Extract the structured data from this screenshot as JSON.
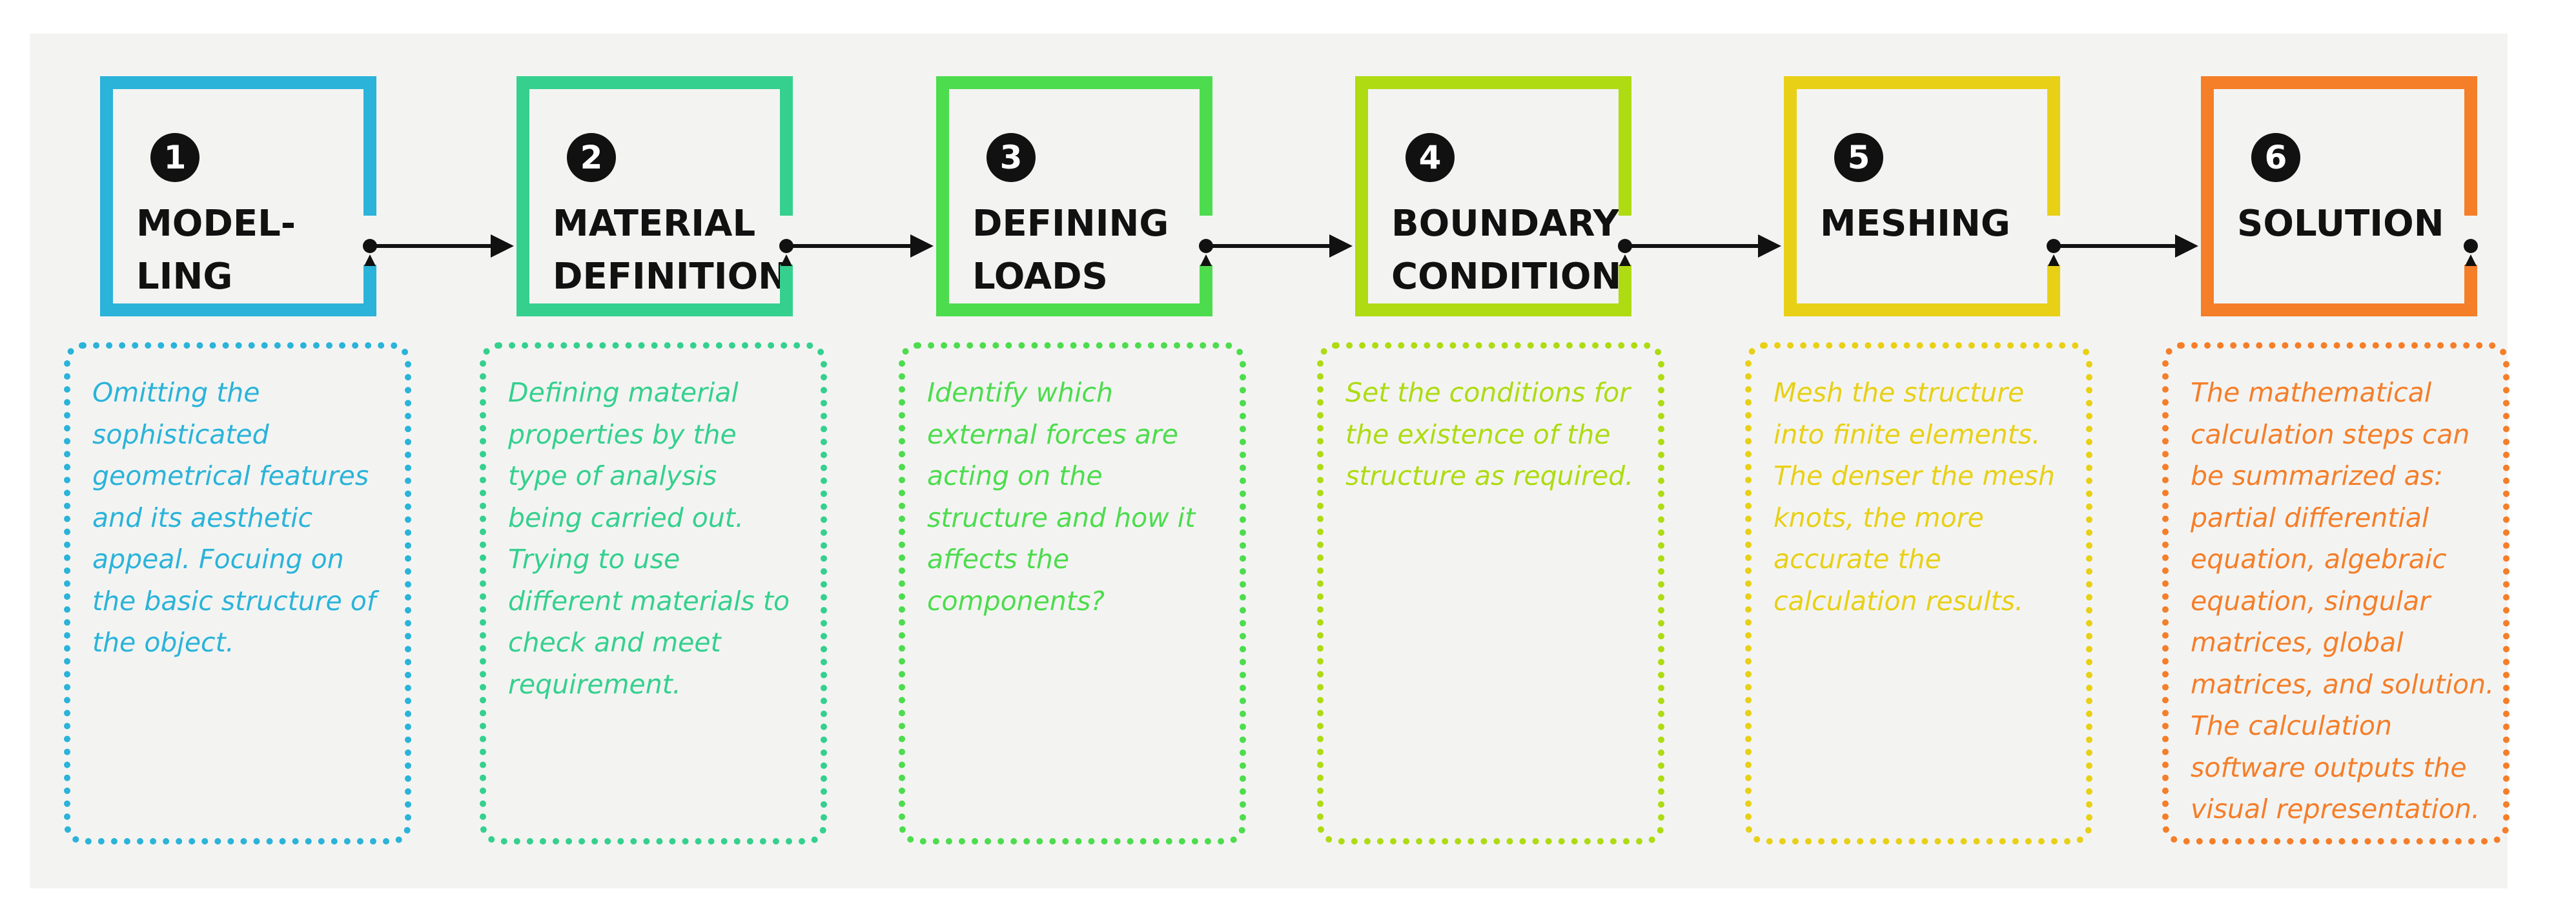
{
  "steps": [
    {
      "number": "1",
      "title_lines": [
        "MODEL-",
        "LING"
      ],
      "description_lines": [
        "Omitting the",
        "sophisticated",
        "geometrical features",
        "and its aesthetic",
        "appeal. Focuing on",
        "the basic structure of",
        "the object."
      ],
      "color": "#2bb3d9"
    },
    {
      "number": "2",
      "title_lines": [
        "MATERIAL",
        "DEFINITION"
      ],
      "description_lines": [
        "Defining material",
        "properties by the",
        "type of analysis",
        "being carried out.",
        "Trying to use",
        "different materials to",
        "check and meet",
        "requirement."
      ],
      "color": "#35d08e"
    },
    {
      "number": "3",
      "title_lines": [
        "DEFINING",
        "LOADS"
      ],
      "description_lines": [
        "Identify which",
        "external forces are",
        "acting on the",
        "structure and how it",
        "affects the",
        "components?"
      ],
      "color": "#4ddc4d"
    },
    {
      "number": "4",
      "title_lines": [
        "BOUNDARY",
        "CONDITION"
      ],
      "description_lines": [
        "Set the conditions for",
        "the existence of the",
        "structure as required."
      ],
      "color": "#aedb12"
    },
    {
      "number": "5",
      "title_lines": [
        "MESHING"
      ],
      "description_lines": [
        "Mesh the structure",
        "into finite elements.",
        "The denser the mesh",
        "knots, the more",
        "accurate the",
        "calculation results."
      ],
      "color": "#e8d016"
    },
    {
      "number": "6",
      "title_lines": [
        "SOLUTION"
      ],
      "description_lines": [
        "The mathematical",
        "calculation steps can",
        "be summarized as:",
        "partial differential",
        "equation, algebraic",
        "equation, singular",
        "matrices, global",
        "matrices, and solution.",
        "The calculation",
        "software outputs the",
        "visual representation."
      ],
      "color": "#f57e29"
    }
  ]
}
